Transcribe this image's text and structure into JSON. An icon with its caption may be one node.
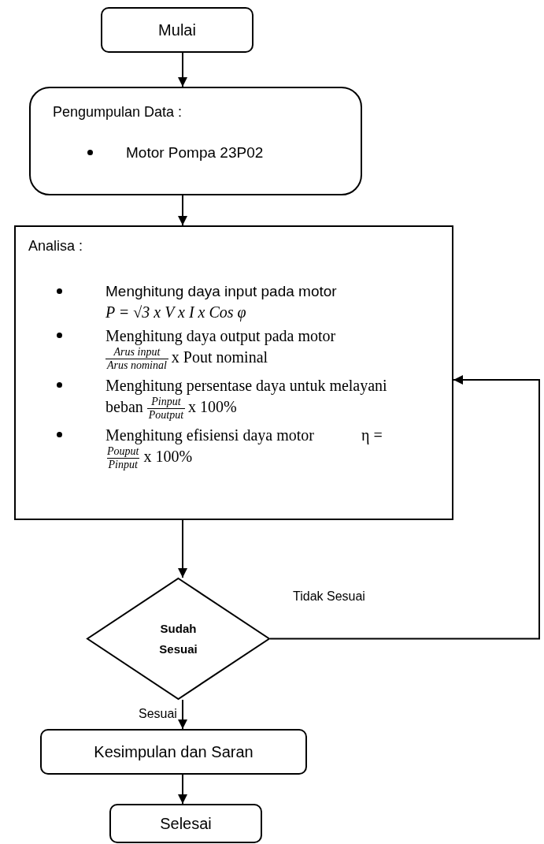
{
  "diagram": {
    "nodes": [
      {
        "text": [
          "Mulai"
        ]
      },
      {
        "text": [
          "Pengumpulan Data :",
          "Motor Pompa 23P02"
        ]
      },
      {
        "text": [
          "Analisa :",
          "Menghitung daya input pada motor",
          "P = √3 x V x I x Cos φ",
          "Menghitung daya output pada motor",
          "Arus input",
          "Arus nominal",
          "x Pout nominal",
          "Menghitung persentase daya untuk melayani beban",
          "Pinput",
          "Poutput",
          "x 100%",
          "Menghitung efisiensi daya motor",
          "η =",
          "Pouput",
          "Pinput",
          "x 100%"
        ]
      },
      {
        "text": [
          "Sudah Sesuai"
        ]
      },
      {
        "text": [
          "Kesimpulan dan Saran"
        ]
      },
      {
        "text": [
          "Selesai"
        ]
      }
    ],
    "edges": [
      {
        "from": 0,
        "to": 1,
        "arrow": "to"
      },
      {
        "from": 1,
        "to": 2,
        "arrow": "to"
      },
      {
        "from": 2,
        "to": 3,
        "arrow": "to"
      },
      {
        "from": 3,
        "to": 4,
        "arrow": "to",
        "label": "Sesuai"
      },
      {
        "from": 3,
        "to": 2,
        "arrow": "to",
        "label": "Tidak Sesuai"
      },
      {
        "from": 4,
        "to": 5,
        "arrow": "to"
      }
    ]
  }
}
